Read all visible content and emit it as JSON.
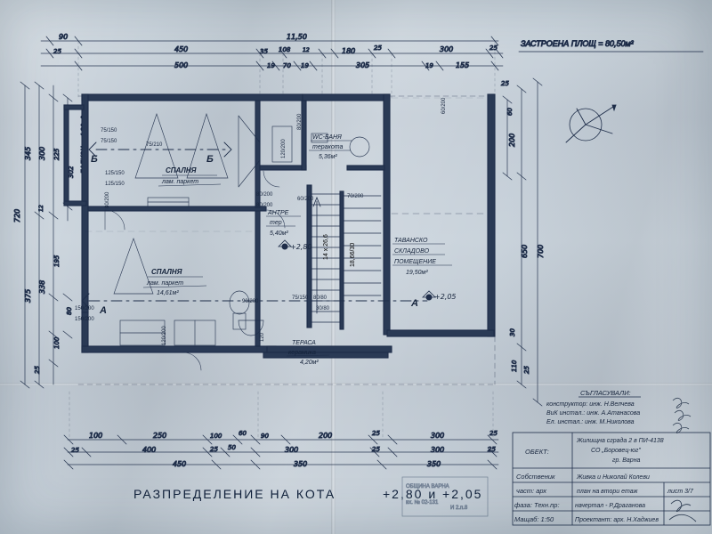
{
  "document": {
    "sheet_title": "РАЗПРЕДЕЛЕНИЕ НА КОТА",
    "sheet_elevations": "+2,80 и +2,05",
    "built_area_note": "ЗАСТРОЕНА ПЛОЩ = 80,50м²"
  },
  "rooms": [
    {
      "name": "СПАЛНЯ",
      "finish": "лам. паркет",
      "area": ""
    },
    {
      "name": "СПАЛНЯ",
      "finish": "лам. паркет",
      "area": "14,61м²"
    },
    {
      "name": "WC-БАНЯ",
      "finish": "теракота",
      "area": "5,36м²"
    },
    {
      "name": "АНТРЕ",
      "finish": "тер",
      "area": "5,40м²"
    },
    {
      "name": "ТАВАНСКО СКЛАДОВО ПОМЕЩЕНИЕ",
      "finish": "",
      "area": "19,50м²"
    },
    {
      "name": "ТЕРАСА",
      "finish": "керамика",
      "area": "4,20м²"
    }
  ],
  "balcony_note": "БАЛКОН = 4,20м²",
  "elevations": [
    {
      "label": "+2,80"
    },
    {
      "label": "+2,05"
    }
  ],
  "stair_note": "14 x 26,6",
  "stair_tread": "18,66/30",
  "section_marks": [
    "Б",
    "Б",
    "А",
    "А"
  ],
  "openings": [
    {
      "label": "75/150"
    },
    {
      "label": "75/210"
    },
    {
      "label": "125/150"
    },
    {
      "label": "80/200"
    },
    {
      "label": "80/200"
    },
    {
      "label": "60/200"
    },
    {
      "label": "70/200"
    },
    {
      "label": "80/200"
    },
    {
      "label": "120/200"
    },
    {
      "label": "90/200"
    },
    {
      "label": "75/150"
    },
    {
      "label": "80/80"
    },
    {
      "label": "30/80"
    },
    {
      "label": "150/200"
    },
    {
      "label": "120/200"
    }
  ],
  "dimensions": {
    "top_row1": [
      "90",
      "11,50"
    ],
    "top_row2": [
      "25",
      "450",
      "35",
      "108",
      "12",
      "180",
      "25",
      "300",
      "25"
    ],
    "top_row3": [
      "500",
      "19",
      "70",
      "19",
      "305",
      "19",
      "155"
    ],
    "left_outer": [
      "720"
    ],
    "left_row1": [
      "345",
      "375"
    ],
    "left_row2": [
      "300",
      "338"
    ],
    "left_row3": [
      "225",
      "195",
      "100",
      "80",
      "25"
    ],
    "left_row4": [
      "302",
      "12"
    ],
    "right_outer": [
      "700"
    ],
    "right_row1": [
      "25",
      "60",
      "200",
      "650",
      "30",
      "25",
      "110"
    ],
    "bottom_row1": [
      "100",
      "250",
      "100",
      "60",
      "90",
      "200",
      "25",
      "300",
      "25"
    ],
    "bottom_row2": [
      "25",
      "400",
      "25",
      "50",
      "300",
      "25",
      "300",
      "25"
    ],
    "bottom_row3": [
      "450",
      "350",
      "350"
    ]
  },
  "approvals": {
    "heading": "СЪГЛАСУВАЛИ:",
    "lines": [
      "конструктор: инж. Н.Велчева",
      "ВиК инстал.: инж. А.Атанасова",
      "Ел. инстал.: инж. М.Николова"
    ]
  },
  "title_block": {
    "rows": [
      {
        "label": "ОБЕКТ:",
        "value": "Жилищна сграда 2 в ПИ-4138\nСО „Боровец-юг\"\nгр. Варна",
        "extra": ""
      },
      {
        "label": "Собственик",
        "value": "Живка и Николай Колеви",
        "extra": ""
      },
      {
        "label": "част: арх",
        "value": "план на втори етаж",
        "extra": "лист 3/7"
      },
      {
        "label": "фаза: Техн.пр:",
        "value": "начертал - Р.Драганова",
        "extra": ""
      },
      {
        "label": "Мащаб: 1:50",
        "value": "Проектант: арх. Н.Хаджиев",
        "extra": ""
      }
    ]
  },
  "stamp": {
    "line1": "ОБЩИНА ВАРНА",
    "line2": "вх. № 02-131",
    "line3": "И 2.п.8"
  }
}
